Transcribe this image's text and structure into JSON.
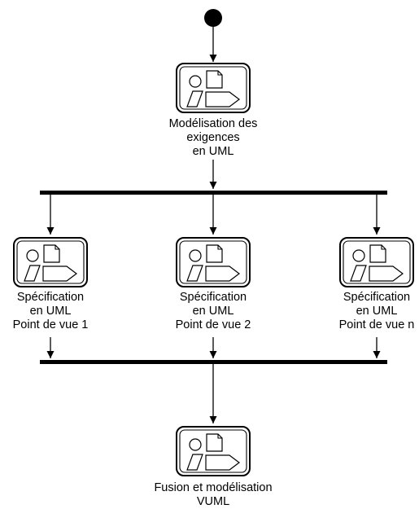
{
  "diagram": {
    "start_node": "",
    "nodes": [
      {
        "id": "modelisation",
        "icon": "activity-icon",
        "lines": [
          "Modélisation des",
          "exigences",
          "en UML"
        ]
      },
      {
        "id": "spec1",
        "icon": "activity-icon",
        "lines": [
          "Spécification",
          "en UML",
          "Point de vue 1"
        ]
      },
      {
        "id": "spec2",
        "icon": "activity-icon",
        "lines": [
          "Spécification",
          "en UML",
          "Point de vue 2"
        ]
      },
      {
        "id": "specn",
        "icon": "activity-icon",
        "lines": [
          "Spécification",
          "en UML",
          "Point de vue n"
        ]
      },
      {
        "id": "fusion",
        "icon": "activity-icon",
        "lines": [
          "Fusion et modélisation",
          "VUML"
        ]
      }
    ],
    "bars": [
      "fork-bar",
      "join-bar"
    ],
    "colors": {
      "stroke": "#000000",
      "node_fill": "#ffffff",
      "start_fill": "#000000"
    }
  }
}
